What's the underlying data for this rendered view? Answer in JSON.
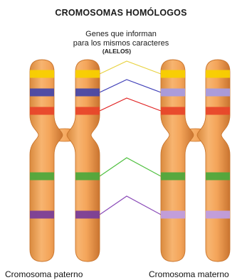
{
  "title": "CROMOSOMAS HOMÓLOGOS",
  "annotation": {
    "line1": "Genes que informan",
    "line2": "para los mismos caracteres",
    "line3": "(ALELOS)"
  },
  "labels": {
    "paternal": "Cromosoma paterno",
    "maternal": "Cromosoma materno"
  },
  "colors": {
    "chromosome_body": "#f2a65a",
    "chromosome_edge": "#c9752d",
    "band_yellow": "#f8d000",
    "band_blue": "#4848a8",
    "band_red": "#e8462a",
    "band_green": "#4fa83c",
    "band_purple": "#7a3e98",
    "band_blue_maternal": "#a79be0",
    "band_purple_maternal": "#bf9de0",
    "connector_yellow": "#e8d240",
    "connector_blue": "#4040b8",
    "connector_red": "#e02020",
    "connector_green": "#50c040",
    "connector_purple": "#8a4ab8"
  },
  "alleles": [
    {
      "gene": "yellow",
      "paternal_color": "band_yellow",
      "maternal_color": "band_yellow",
      "connector": "connector_yellow"
    },
    {
      "gene": "blue",
      "paternal_color": "band_blue",
      "maternal_color": "band_blue_maternal",
      "connector": "connector_blue"
    },
    {
      "gene": "red",
      "paternal_color": "band_red",
      "maternal_color": "band_red",
      "connector": "connector_red"
    },
    {
      "gene": "green",
      "paternal_color": "band_green",
      "maternal_color": "band_green",
      "connector": "connector_green"
    },
    {
      "gene": "purple",
      "paternal_color": "band_purple",
      "maternal_color": "band_purple_maternal",
      "connector": "connector_purple"
    }
  ]
}
